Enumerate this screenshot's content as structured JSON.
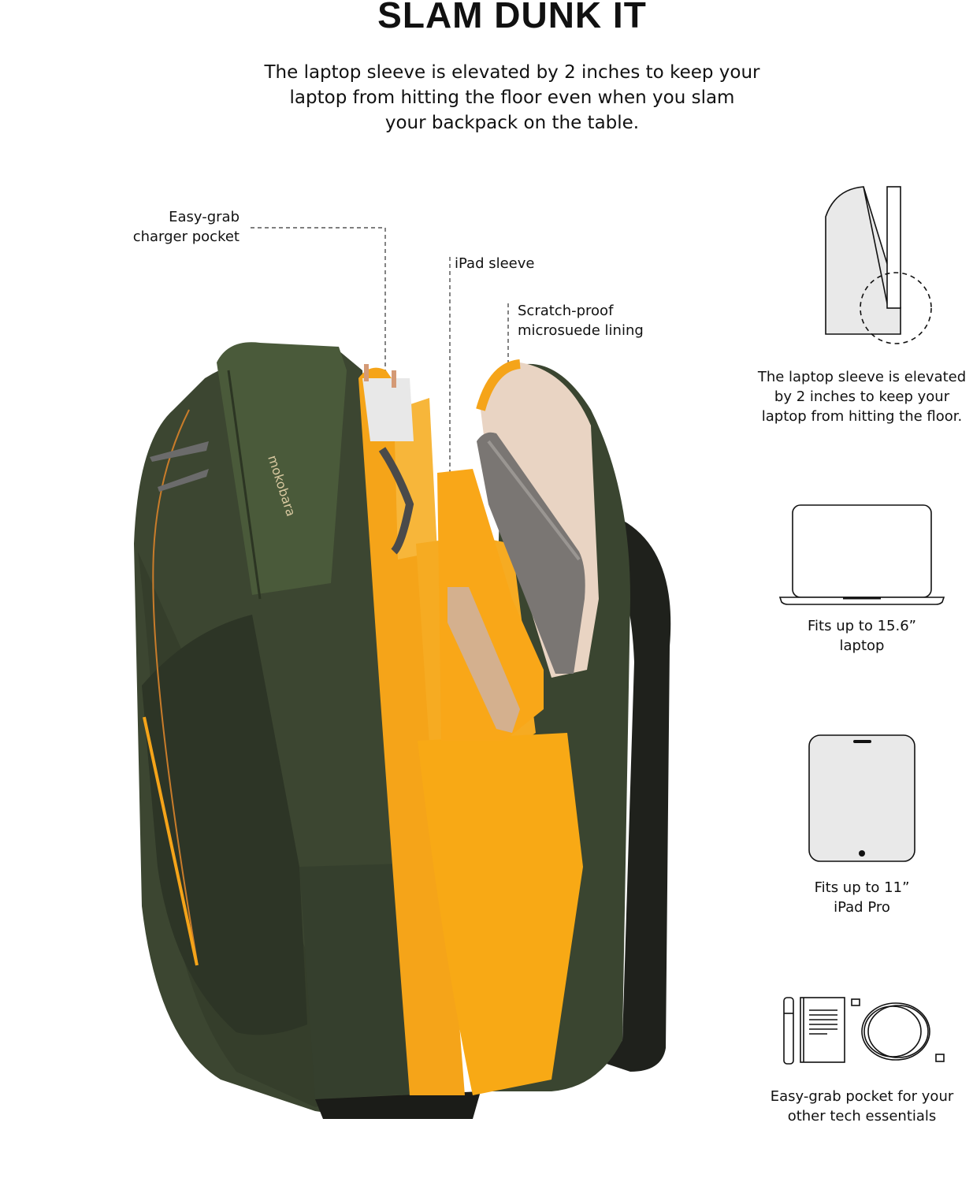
{
  "header": {
    "title": "SLAM DUNK IT",
    "subtitle_lines": [
      "The laptop sleeve is elevated by 2 inches to keep your",
      "laptop from hitting the floor even when you slam",
      "your backpack on the table."
    ]
  },
  "product": {
    "brand": "mokobara",
    "callouts": {
      "charger_pocket": [
        "Easy-grab",
        "charger pocket"
      ],
      "ipad_sleeve": "iPad sleeve",
      "lining": [
        "Scratch-proof",
        "microsuede lining"
      ]
    }
  },
  "features": [
    {
      "icon": "elevated-sleeve-icon",
      "lines": [
        "The laptop sleeve is elevated",
        "by 2 inches to keep your",
        "laptop from hitting the floor."
      ]
    },
    {
      "icon": "laptop-icon",
      "lines": [
        "Fits up to 15.6”",
        "laptop"
      ]
    },
    {
      "icon": "tablet-icon",
      "lines": [
        "Fits up to 11”",
        "iPad Pro"
      ]
    },
    {
      "icon": "tech-essentials-icon",
      "lines": [
        "Easy-grab pocket for your",
        "other tech essentials"
      ]
    }
  ],
  "colors": {
    "bag_green": "#3a4530",
    "lining_orange": "#f5a419",
    "text": "#111111"
  }
}
